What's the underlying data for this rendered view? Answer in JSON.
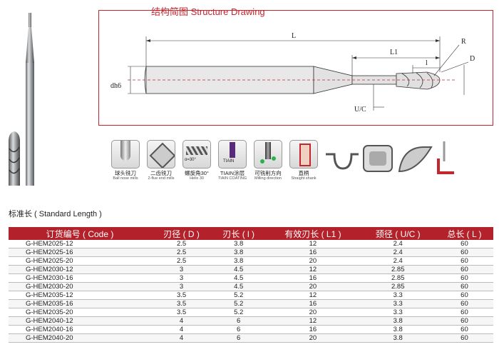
{
  "drawing": {
    "title": "结构简图 Structure Drawing",
    "labels": {
      "L": "L",
      "L1": "L1",
      "l": "l",
      "R": "R",
      "D": "D",
      "dh6": "dh6",
      "uc": "U/C"
    }
  },
  "features": [
    {
      "label": "球头铣刀",
      "sub": "Ball nose mills",
      "icon": "ball-nose-icon"
    },
    {
      "label": "二齿铣刀",
      "sub": "2-flue end mills",
      "icon": "two-flute-icon"
    },
    {
      "label": "螺旋角30°",
      "sub": "Helix 30",
      "icon": "helix-icon",
      "icon_text": "ɑ=30°"
    },
    {
      "label": "TIAIN涂层",
      "sub": "TIAIN COATING",
      "icon": "coating-icon",
      "icon_text": "TIAIN"
    },
    {
      "label": "可铣削方向",
      "sub": "Milling direction",
      "icon": "milling-direction-icon"
    },
    {
      "label": "直柄",
      "sub": "Straight shank",
      "icon": "straight-shank-icon"
    }
  ],
  "standard": {
    "title": "标准长 ( Standard Length )",
    "columns": [
      "订货编号 ( Code )",
      "刃径 ( D )",
      "刃长 ( l )",
      "有效刃长 ( L1 )",
      "颈径 ( U/C )",
      "总长 ( L )"
    ],
    "rows": [
      [
        "G-HEM2025-12",
        "2.5",
        "3.8",
        "12",
        "2.4",
        "60"
      ],
      [
        "G-HEM2025-16",
        "2.5",
        "3.8",
        "16",
        "2.4",
        "60"
      ],
      [
        "G-HEM2025-20",
        "2.5",
        "3.8",
        "20",
        "2.4",
        "60"
      ],
      [
        "G-HEM2030-12",
        "3",
        "4.5",
        "12",
        "2.85",
        "60"
      ],
      [
        "G-HEM2030-16",
        "3",
        "4.5",
        "16",
        "2.85",
        "60"
      ],
      [
        "G-HEM2030-20",
        "3",
        "4.5",
        "20",
        "2.85",
        "60"
      ],
      [
        "G-HEM2035-12",
        "3.5",
        "5.2",
        "12",
        "3.3",
        "60"
      ],
      [
        "G-HEM2035-16",
        "3.5",
        "5.2",
        "16",
        "3.3",
        "60"
      ],
      [
        "G-HEM2035-20",
        "3.5",
        "5.2",
        "20",
        "3.3",
        "60"
      ],
      [
        "G-HEM2040-12",
        "4",
        "6",
        "12",
        "3.8",
        "60"
      ],
      [
        "G-HEM2040-16",
        "4",
        "6",
        "16",
        "3.8",
        "60"
      ],
      [
        "G-HEM2040-20",
        "4",
        "6",
        "20",
        "3.8",
        "60"
      ]
    ]
  }
}
